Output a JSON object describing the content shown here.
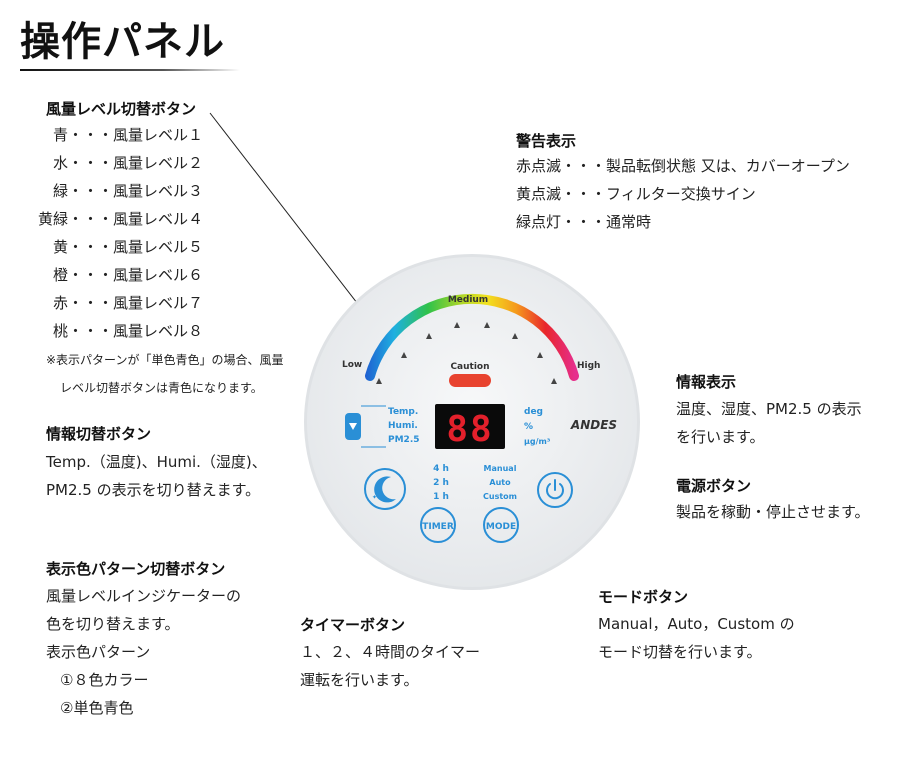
{
  "page": {
    "title": "操作パネル"
  },
  "fan_level": {
    "heading": "風量レベル切替ボタン",
    "items": [
      {
        "color": "青",
        "sep": "・・・",
        "level": "風量レベル１"
      },
      {
        "color": "水",
        "sep": "・・・",
        "level": "風量レベル２"
      },
      {
        "color": "緑",
        "sep": "・・・",
        "level": "風量レベル３"
      },
      {
        "color": "黄緑",
        "sep": "・・・",
        "level": "風量レベル４"
      },
      {
        "color": "黄",
        "sep": "・・・",
        "level": "風量レベル５"
      },
      {
        "color": "橙",
        "sep": "・・・",
        "level": "風量レベル６"
      },
      {
        "color": "赤",
        "sep": "・・・",
        "level": "風量レベル７"
      },
      {
        "color": "桃",
        "sep": "・・・",
        "level": "風量レベル８"
      }
    ],
    "note_1": "※表示パターンが「単色青色」の場合、風量",
    "note_2": "レベル切替ボタンは青色になります。"
  },
  "info_switch": {
    "heading": "情報切替ボタン",
    "line_1": "Temp.（温度)、Humi.（湿度)、",
    "line_2": "PM2.5 の表示を切り替えます。"
  },
  "color_pattern": {
    "heading": "表示色パターン切替ボタン",
    "line_1": "風量レベルインジケーターの",
    "line_2": "色を切り替えます。",
    "line_3": "表示色パターン",
    "line_4": "①８色カラー",
    "line_5": "②単色青色"
  },
  "timer_btn": {
    "heading": "タイマーボタン",
    "line_1": "１、２、４時間のタイマー",
    "line_2": "運転を行います。"
  },
  "mode_btn": {
    "heading": "モードボタン",
    "line_1": "Manual，Auto，Custom の",
    "line_2": "モード切替を行います。"
  },
  "warning": {
    "heading": "警告表示",
    "line_1": "赤点滅・・・製品転倒状態 又は、カバーオープン",
    "line_2": "黄点滅・・・フィルター交換サイン",
    "line_3": "緑点灯・・・通常時"
  },
  "info_display": {
    "heading": "情報表示",
    "line_1": "温度、湿度、PM2.5 の表示",
    "line_2": "を行います。"
  },
  "power_btn": {
    "heading": "電源ボタン",
    "line_1": "製品を稼動・停止させます。"
  },
  "panel": {
    "label_low": "Low",
    "label_medium": "Medium",
    "label_high": "High",
    "caution": "Caution",
    "info_temp": "Temp.",
    "info_humi": "Humi.",
    "info_pm": "PM2.5",
    "display_digits": "88",
    "unit_deg": "deg",
    "unit_pct": "%",
    "unit_pm": "µg/m³",
    "brand": "ANDES",
    "timer_4": "4 h",
    "timer_2": "2 h",
    "timer_1": "1 h",
    "mode_manual": "Manual",
    "mode_auto": "Auto",
    "mode_custom": "Custom",
    "timer_label": "TIMER",
    "mode_label": "MODE",
    "colors": {
      "accent_blue": "#2a8fd6",
      "caution_red": "#e8432f",
      "digit_red": "#e3202b",
      "face": "#eef0f2"
    }
  }
}
